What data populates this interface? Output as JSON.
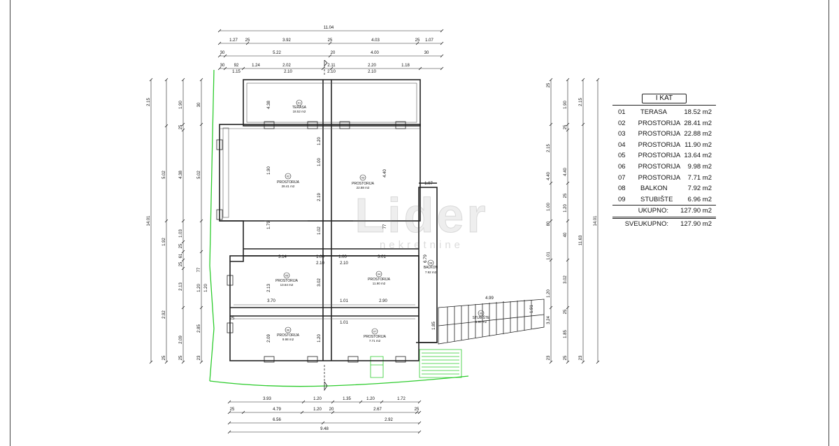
{
  "dims": {
    "top": [
      "11.04",
      "1.27",
      "25",
      "3.92",
      "25",
      "4.03",
      "25",
      "1.07",
      "30",
      "5.22",
      "20",
      "4.00",
      "30",
      "30",
      "92",
      "1.24",
      "2.02",
      "2.11",
      "2.20",
      "1.18",
      "1.15",
      "2.10",
      "2.10",
      "2.10"
    ],
    "bottom": [
      "3.93",
      "1.20",
      "1.35",
      "1.20",
      "1.72",
      "25",
      "4.79",
      "1.20",
      "20",
      "2.67",
      "25",
      "6.56",
      "2.92",
      "9.48"
    ],
    "left": [
      "2.15",
      "1.90",
      "25",
      "5.02",
      "4.38",
      "5.02",
      "30",
      "14.01",
      "1.92",
      "1.03",
      "25",
      "61",
      "25",
      "77",
      "2.13",
      "1.20",
      "1.20",
      "2.92",
      "2.09",
      "2.85",
      "25",
      "25",
      "23"
    ],
    "right": [
      "1.90",
      "2.15",
      "25",
      "2.15",
      "25",
      "4.40",
      "4.40",
      "25",
      "80",
      "14.01",
      "11.63",
      "1.20",
      "40",
      "1.00",
      "1.01",
      "3.02",
      "1.20",
      "25",
      "23",
      "25",
      "23",
      "1.85",
      "3.24"
    ],
    "inner": [
      "1.90",
      "1.20",
      "1.00",
      "4.38",
      "4.40",
      "2.19",
      "1.79",
      "77",
      "1.02",
      "3.14",
      "1.00",
      "1.00",
      "3.01",
      "2.10",
      "2.10",
      "3.70",
      "1.01",
      "1.01",
      "2.90",
      "25",
      "2.13",
      "3.02",
      "1.07",
      "6.79",
      "4.99",
      "1.91",
      "1.85",
      "2.09",
      "1.20"
    ]
  },
  "rooms": [
    {
      "num": "01",
      "name": "TERASA",
      "area": "18.52 m2"
    },
    {
      "num": "02",
      "name": "PROSTORIJA",
      "area": "28.41 m2"
    },
    {
      "num": "03",
      "name": "PROSTORIJA",
      "area": "22.88 m2"
    },
    {
      "num": "04",
      "name": "PROSTORIJA",
      "area": "11.90 m2"
    },
    {
      "num": "05",
      "name": "PROSTORIJA",
      "area": "13.64 m2"
    },
    {
      "num": "06",
      "name": "PROSTORIJA",
      "area": "9.98 m2"
    },
    {
      "num": "07",
      "name": "PROSTORIJA",
      "area": "7.71 m2"
    },
    {
      "num": "08",
      "name": "BALKON",
      "area": "7.92 m2"
    },
    {
      "num": "09",
      "name": "STUBIŠTE",
      "area": "6.96 m2"
    }
  ],
  "legend": {
    "title": "I KAT",
    "total_label": "UKUPNO:",
    "total_value": "127.90 m2",
    "grand_label": "SVEUKUPNO:",
    "grand_value": "127.90 m2"
  },
  "watermark": {
    "logo": "Lider",
    "sub": "nekretnine"
  },
  "colors": {
    "line": "#222222",
    "terrain": "#2ecc2e",
    "hatch": "#555555",
    "watermark": "#8a8a8a"
  }
}
